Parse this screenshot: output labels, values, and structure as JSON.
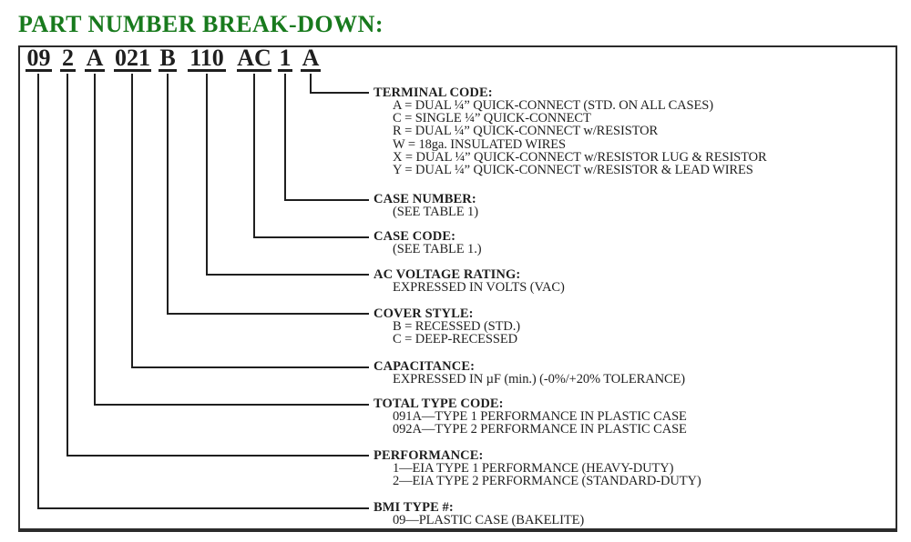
{
  "title": "PART NUMBER BREAK-DOWN:",
  "colors": {
    "title_green": "#187a1d",
    "ink": "#1f1f1f",
    "background": "#ffffff"
  },
  "part_number": {
    "full": "09 2 A 021 B 110 AC 1 A",
    "segments": [
      {
        "code": "09",
        "maps_to": "BMI TYPE #:"
      },
      {
        "code": "2",
        "maps_to": "PERFORMANCE:"
      },
      {
        "code": "A",
        "maps_to": "TOTAL TYPE CODE:"
      },
      {
        "code": "021",
        "maps_to": "CAPACITANCE:"
      },
      {
        "code": "B",
        "maps_to": "COVER STYLE:"
      },
      {
        "code": "110",
        "maps_to": "AC VOLTAGE RATING:"
      },
      {
        "code": "AC",
        "maps_to": "CASE CODE:"
      },
      {
        "code": "1",
        "maps_to": "CASE NUMBER:"
      },
      {
        "code": "A",
        "maps_to": "TERMINAL CODE:"
      }
    ]
  },
  "sections": [
    {
      "heading": "TERMINAL CODE:",
      "lines": [
        "A = DUAL ¼” QUICK-CONNECT (STD. ON ALL CASES)",
        "C = SINGLE ¼” QUICK-CONNECT",
        "R = DUAL ¼” QUICK-CONNECT w/RESISTOR",
        "W = 18ga. INSULATED WIRES",
        "X = DUAL ¼” QUICK-CONNECT w/RESISTOR LUG & RESISTOR",
        "Y = DUAL ¼” QUICK-CONNECT w/RESISTOR & LEAD WIRES"
      ]
    },
    {
      "heading": "CASE NUMBER:",
      "lines": [
        "(SEE TABLE 1)"
      ]
    },
    {
      "heading": "CASE CODE:",
      "lines": [
        "(SEE TABLE 1.)"
      ]
    },
    {
      "heading": "AC VOLTAGE RATING:",
      "lines": [
        "EXPRESSED IN VOLTS (VAC)"
      ]
    },
    {
      "heading": "COVER STYLE:",
      "lines": [
        "B = RECESSED (STD.)",
        "C = DEEP-RECESSED"
      ]
    },
    {
      "heading": "CAPACITANCE:",
      "lines": [
        "EXPRESSED IN µF (min.) (-0%/+20% TOLERANCE)"
      ]
    },
    {
      "heading": "TOTAL TYPE CODE:",
      "lines": [
        "091A—TYPE 1 PERFORMANCE IN PLASTIC CASE",
        "092A—TYPE 2 PERFORMANCE IN PLASTIC CASE"
      ]
    },
    {
      "heading": "PERFORMANCE:",
      "lines": [
        "1—EIA TYPE 1 PERFORMANCE (HEAVY-DUTY)",
        "2—EIA TYPE 2 PERFORMANCE (STANDARD-DUTY)"
      ]
    },
    {
      "heading": "BMI TYPE #:",
      "lines": [
        "09—PLASTIC CASE (BAKELITE)"
      ]
    }
  ]
}
